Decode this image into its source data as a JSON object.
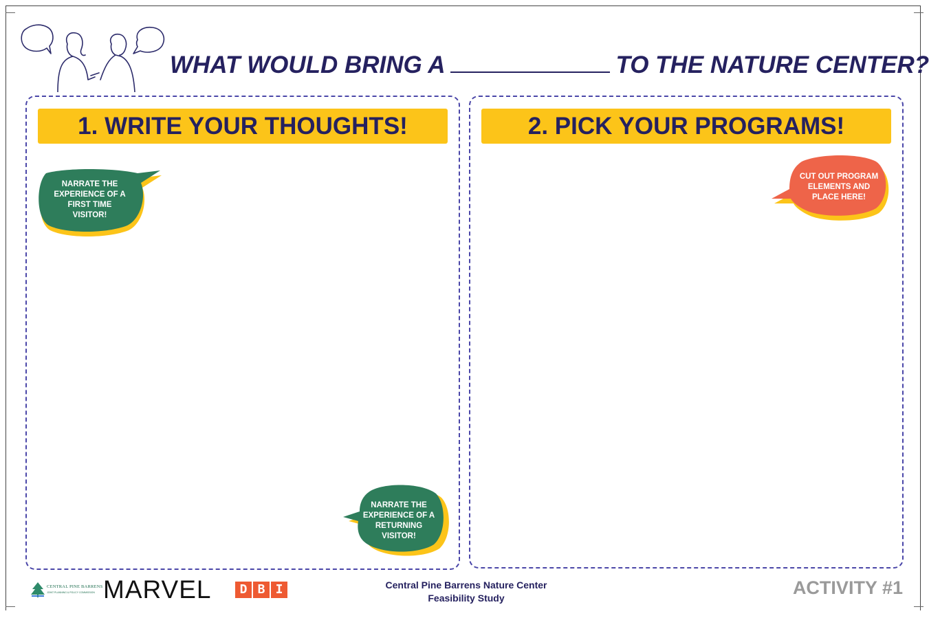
{
  "header": {
    "title_before": "WHAT WOULD BRING A",
    "title_after": "TO THE NATURE CENTER?"
  },
  "panels": [
    {
      "heading": "1. WRITE YOUR THOUGHTS!",
      "bubbles": [
        {
          "text": "NARRATE THE\nEXPERIENCE OF A\nFIRST TIME\nVISITOR!",
          "color": "#2e7d5b"
        },
        {
          "text": "NARRATE THE\nEXPERIENCE OF A\nRETURNING\nVISITOR!",
          "color": "#2e7d5b"
        }
      ]
    },
    {
      "heading": "2. PICK YOUR PROGRAMS!",
      "bubbles": [
        {
          "text": "CUT OUT PROGRAM\nELEMENTS AND\nPLACE HERE!",
          "color": "#ee6449"
        }
      ]
    }
  ],
  "footer": {
    "partner_logo": {
      "name": "CENTRAL PINE BARRENS",
      "subtitle": "JOINT PLANNING & POLICY COMMISSION",
      "icon": "pine-tree-icon"
    },
    "firm_logo": "MARVEL",
    "dbi_letters": [
      "D",
      "B",
      "I"
    ],
    "study_line1": "Central Pine Barrens Nature Center",
    "study_line2": "Feasibility Study",
    "activity": "ACTIVITY #1"
  },
  "colors": {
    "navy": "#25215f",
    "banner_yellow": "#fcc419",
    "dashed_border": "#4a46a8",
    "green_bubble": "#2e7d5b",
    "orange_bubble": "#ee6449",
    "bubble_shadow": "#fcc419",
    "dbi_red": "#ee5a32",
    "activity_gray": "#9a9a9a"
  }
}
